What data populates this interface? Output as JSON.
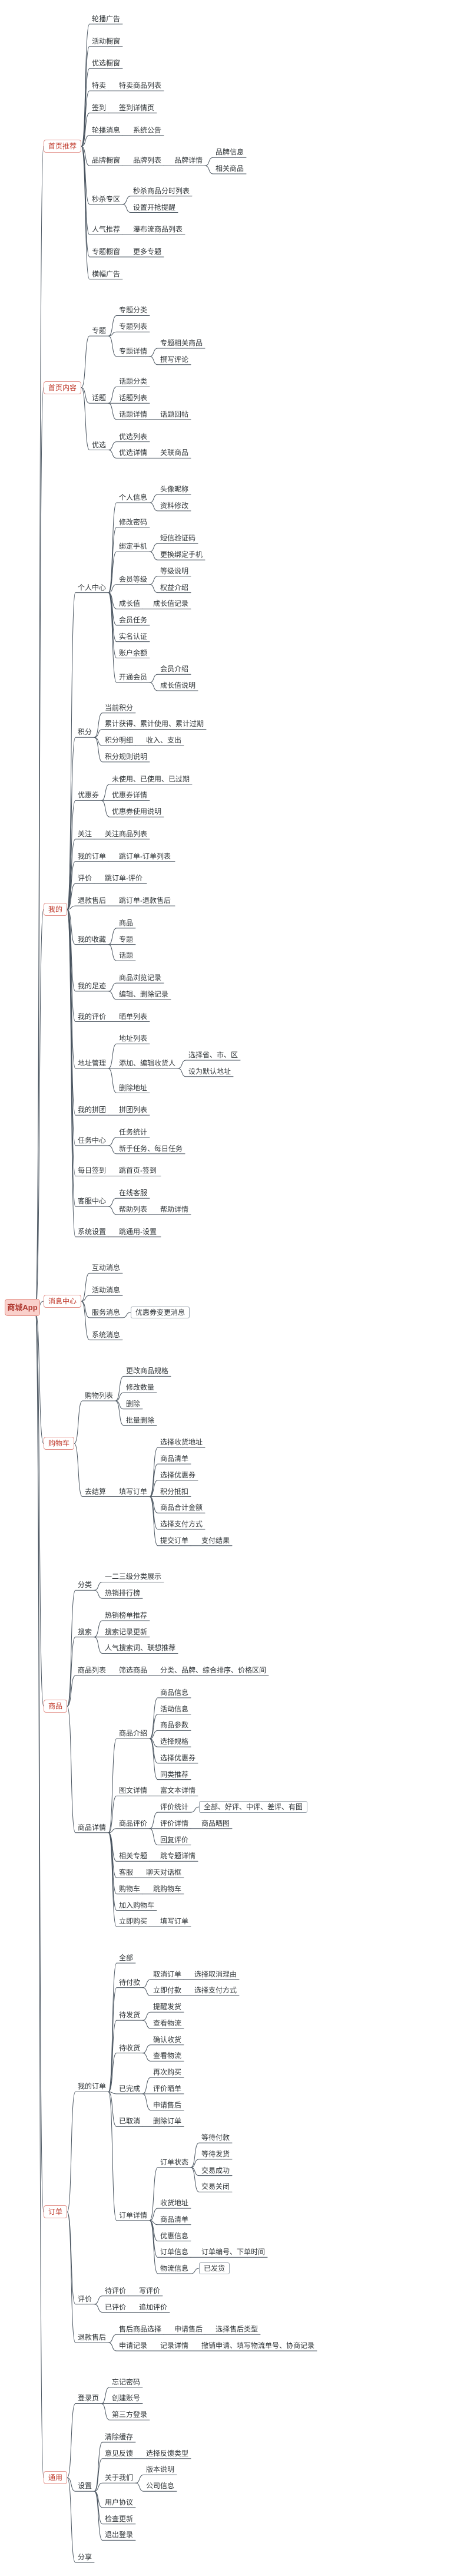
{
  "app": {
    "title": "商城App"
  },
  "colors": {
    "accent": "#c0392b",
    "root_fill": "#f9d0cb",
    "root_border": "#e0897f",
    "branch_border": "#e2918a",
    "branch_text": "#c0392b",
    "line": "#4a5560",
    "text": "#2f3437",
    "box_border": "#97a1ab"
  },
  "tree": {
    "label": "商城App",
    "children": [
      {
        "label": "首页推荐",
        "children": [
          {
            "label": "轮播广告"
          },
          {
            "label": "活动橱窗"
          },
          {
            "label": "优选橱窗"
          },
          {
            "label": "特卖",
            "children": [
              {
                "label": "特卖商品列表"
              }
            ]
          },
          {
            "label": "签到",
            "children": [
              {
                "label": "签到详情页"
              }
            ]
          },
          {
            "label": "轮播消息",
            "children": [
              {
                "label": "系统公告"
              }
            ]
          },
          {
            "label": "品牌橱窗",
            "children": [
              {
                "label": "品牌列表",
                "children": [
                  {
                    "label": "品牌详情",
                    "children": [
                      {
                        "label": "品牌信息"
                      },
                      {
                        "label": "相关商品"
                      }
                    ]
                  }
                ]
              }
            ]
          },
          {
            "label": "秒杀专区",
            "children": [
              {
                "label": "秒杀商品分时列表"
              },
              {
                "label": "设置开抢提醒"
              }
            ]
          },
          {
            "label": "人气推荐",
            "children": [
              {
                "label": "瀑布流商品列表"
              }
            ]
          },
          {
            "label": "专题橱窗",
            "children": [
              {
                "label": "更多专题"
              }
            ]
          },
          {
            "label": "横幅广告"
          }
        ]
      },
      {
        "label": "首页内容",
        "children": [
          {
            "label": "专题",
            "children": [
              {
                "label": "专题分类"
              },
              {
                "label": "专题列表"
              },
              {
                "label": "专题详情",
                "children": [
                  {
                    "label": "专题相关商品"
                  },
                  {
                    "label": "撰写评论"
                  }
                ]
              }
            ]
          },
          {
            "label": "话题",
            "children": [
              {
                "label": "话题分类"
              },
              {
                "label": "话题列表"
              },
              {
                "label": "话题详情",
                "children": [
                  {
                    "label": "话题回帖"
                  }
                ]
              }
            ]
          },
          {
            "label": "优选",
            "children": [
              {
                "label": "优选列表"
              },
              {
                "label": "优选详情",
                "children": [
                  {
                    "label": "关联商品"
                  }
                ]
              }
            ]
          }
        ]
      },
      {
        "label": "我的",
        "children": [
          {
            "label": "个人中心",
            "children": [
              {
                "label": "个人信息",
                "children": [
                  {
                    "label": "头像昵称"
                  },
                  {
                    "label": "资料修改"
                  }
                ]
              },
              {
                "label": "修改密码"
              },
              {
                "label": "绑定手机",
                "children": [
                  {
                    "label": "短信验证码"
                  },
                  {
                    "label": "更换绑定手机"
                  }
                ]
              },
              {
                "label": "会员等级",
                "children": [
                  {
                    "label": "等级说明"
                  },
                  {
                    "label": "权益介绍"
                  }
                ]
              },
              {
                "label": "成长值",
                "children": [
                  {
                    "label": "成长值记录"
                  }
                ]
              },
              {
                "label": "会员任务"
              },
              {
                "label": "实名认证"
              },
              {
                "label": "账户余额"
              },
              {
                "label": "开通会员",
                "children": [
                  {
                    "label": "会员介绍"
                  },
                  {
                    "label": "成长值说明"
                  }
                ]
              }
            ]
          },
          {
            "label": "积分",
            "children": [
              {
                "label": "当前积分"
              },
              {
                "label": "累计获得、累计使用、累计过期"
              },
              {
                "label": "积分明细",
                "children": [
                  {
                    "label": "收入、支出"
                  }
                ]
              },
              {
                "label": "积分规则说明"
              }
            ]
          },
          {
            "label": "优惠券",
            "children": [
              {
                "label": "未使用、已使用、已过期"
              },
              {
                "label": "优惠券详情"
              },
              {
                "label": "优惠券使用说明"
              }
            ]
          },
          {
            "label": "关注",
            "children": [
              {
                "label": "关注商品列表"
              }
            ]
          },
          {
            "label": "我的订单",
            "children": [
              {
                "label": "跳订单-订单列表"
              }
            ]
          },
          {
            "label": "评价",
            "children": [
              {
                "label": "跳订单-评价"
              }
            ]
          },
          {
            "label": "退款售后",
            "children": [
              {
                "label": "跳订单-退款售后"
              }
            ]
          },
          {
            "label": "我的收藏",
            "children": [
              {
                "label": "商品"
              },
              {
                "label": "专题"
              },
              {
                "label": "话题"
              }
            ]
          },
          {
            "label": "我的足迹",
            "children": [
              {
                "label": "商品浏览记录"
              },
              {
                "label": "编辑、删除记录"
              }
            ]
          },
          {
            "label": "我的评价",
            "children": [
              {
                "label": "晒单列表"
              }
            ]
          },
          {
            "label": "地址管理",
            "children": [
              {
                "label": "地址列表"
              },
              {
                "label": "添加、编辑收货人",
                "children": [
                  {
                    "label": "选择省、市、区"
                  },
                  {
                    "label": "设为默认地址"
                  }
                ]
              },
              {
                "label": "删除地址"
              }
            ]
          },
          {
            "label": "我的拼团",
            "children": [
              {
                "label": "拼团列表"
              }
            ]
          },
          {
            "label": "任务中心",
            "children": [
              {
                "label": "任务统计"
              },
              {
                "label": "新手任务、每日任务"
              }
            ]
          },
          {
            "label": "每日签到",
            "children": [
              {
                "label": "跳首页-签到"
              }
            ]
          },
          {
            "label": "客服中心",
            "children": [
              {
                "label": "在线客服"
              },
              {
                "label": "帮助列表",
                "children": [
                  {
                    "label": "帮助详情"
                  }
                ]
              }
            ]
          },
          {
            "label": "系统设置",
            "children": [
              {
                "label": "跳通用-设置"
              }
            ]
          }
        ]
      },
      {
        "label": "消息中心",
        "children": [
          {
            "label": "互动消息"
          },
          {
            "label": "活动消息"
          },
          {
            "label": "服务消息",
            "children": [
              {
                "label": "优惠券变更消息",
                "boxed": true
              }
            ]
          },
          {
            "label": "系统消息"
          }
        ]
      },
      {
        "label": "购物车",
        "children": [
          {
            "label": "购物列表",
            "children": [
              {
                "label": "更改商品规格"
              },
              {
                "label": "修改数量"
              },
              {
                "label": "删除"
              },
              {
                "label": "批量删除"
              }
            ]
          },
          {
            "label": "去结算",
            "children": [
              {
                "label": "填写订单",
                "children": [
                  {
                    "label": "选择收货地址"
                  },
                  {
                    "label": "商品清单"
                  },
                  {
                    "label": "选择优惠券"
                  },
                  {
                    "label": "积分抵扣"
                  },
                  {
                    "label": "商品合计金额"
                  },
                  {
                    "label": "选择支付方式"
                  },
                  {
                    "label": "提交订单",
                    "children": [
                      {
                        "label": "支付结果"
                      }
                    ]
                  }
                ]
              }
            ]
          }
        ]
      },
      {
        "label": "商品",
        "children": [
          {
            "label": "分类",
            "children": [
              {
                "label": "一二三级分类展示"
              },
              {
                "label": "热销排行榜"
              }
            ]
          },
          {
            "label": "搜索",
            "children": [
              {
                "label": "热销榜单推荐"
              },
              {
                "label": "搜索记录更新"
              },
              {
                "label": "人气搜索词、联想推荐"
              }
            ]
          },
          {
            "label": "商品列表",
            "children": [
              {
                "label": "筛选商品",
                "children": [
                  {
                    "label": "分类、品牌、综合排序、价格区间"
                  }
                ]
              }
            ]
          },
          {
            "label": "商品详情",
            "children": [
              {
                "label": "商品介绍",
                "children": [
                  {
                    "label": "商品信息"
                  },
                  {
                    "label": "活动信息"
                  },
                  {
                    "label": "商品参数"
                  },
                  {
                    "label": "选择规格"
                  },
                  {
                    "label": "选择优惠券"
                  },
                  {
                    "label": "同类推荐"
                  }
                ]
              },
              {
                "label": "图文详情",
                "children": [
                  {
                    "label": "富文本详情"
                  }
                ]
              },
              {
                "label": "商品评价",
                "children": [
                  {
                    "label": "评价统计",
                    "children": [
                      {
                        "label": "全部、好评、中评、差评、有图",
                        "boxed": true
                      }
                    ]
                  },
                  {
                    "label": "评价详情",
                    "children": [
                      {
                        "label": "商品晒图"
                      }
                    ]
                  },
                  {
                    "label": "回复评价"
                  }
                ]
              },
              {
                "label": "相关专题",
                "children": [
                  {
                    "label": "跳专题详情"
                  }
                ]
              },
              {
                "label": "客服",
                "children": [
                  {
                    "label": "聊天对话框"
                  }
                ]
              },
              {
                "label": "购物车",
                "children": [
                  {
                    "label": "跳购物车"
                  }
                ]
              },
              {
                "label": "加入购物车"
              },
              {
                "label": "立即购买",
                "children": [
                  {
                    "label": "填写订单"
                  }
                ]
              }
            ]
          }
        ]
      },
      {
        "label": "订单",
        "children": [
          {
            "label": "我的订单",
            "children": [
              {
                "label": "全部"
              },
              {
                "label": "待付款",
                "children": [
                  {
                    "label": "取消订单",
                    "children": [
                      {
                        "label": "选择取消理由"
                      }
                    ]
                  },
                  {
                    "label": "立即付款",
                    "children": [
                      {
                        "label": "选择支付方式"
                      }
                    ]
                  }
                ]
              },
              {
                "label": "待发货",
                "children": [
                  {
                    "label": "提醒发货"
                  },
                  {
                    "label": "查看物流"
                  }
                ]
              },
              {
                "label": "待收货",
                "children": [
                  {
                    "label": "确认收货"
                  },
                  {
                    "label": "查看物流"
                  }
                ]
              },
              {
                "label": "已完成",
                "children": [
                  {
                    "label": "再次购买"
                  },
                  {
                    "label": "评价晒单"
                  },
                  {
                    "label": "申请售后"
                  }
                ]
              },
              {
                "label": "已取消",
                "children": [
                  {
                    "label": "删除订单"
                  }
                ]
              },
              {
                "label": "订单详情",
                "children": [
                  {
                    "label": "订单状态",
                    "children": [
                      {
                        "label": "等待付款"
                      },
                      {
                        "label": "等待发货"
                      },
                      {
                        "label": "交易成功"
                      },
                      {
                        "label": "交易关闭"
                      }
                    ]
                  },
                  {
                    "label": "收货地址"
                  },
                  {
                    "label": "商品清单"
                  },
                  {
                    "label": "优惠信息"
                  },
                  {
                    "label": "订单信息",
                    "children": [
                      {
                        "label": "订单编号、下单时间"
                      }
                    ]
                  },
                  {
                    "label": "物流信息",
                    "children": [
                      {
                        "label": "已发货",
                        "boxed": true
                      }
                    ]
                  }
                ]
              }
            ]
          },
          {
            "label": "评价",
            "children": [
              {
                "label": "待评价",
                "children": [
                  {
                    "label": "写评价"
                  }
                ]
              },
              {
                "label": "已评价",
                "children": [
                  {
                    "label": "追加评价"
                  }
                ]
              }
            ]
          },
          {
            "label": "退款售后",
            "children": [
              {
                "label": "售后商品选择",
                "children": [
                  {
                    "label": "申请售后",
                    "children": [
                      {
                        "label": "选择售后类型"
                      }
                    ]
                  }
                ]
              },
              {
                "label": "申请记录",
                "children": [
                  {
                    "label": "记录详情",
                    "children": [
                      {
                        "label": "撤销申请、填写物流单号、协商记录"
                      }
                    ]
                  }
                ]
              }
            ]
          }
        ]
      },
      {
        "label": "通用",
        "children": [
          {
            "label": "登录页",
            "children": [
              {
                "label": "忘记密码"
              },
              {
                "label": "创建账号"
              },
              {
                "label": "第三方登录"
              }
            ]
          },
          {
            "label": "设置",
            "children": [
              {
                "label": "清除缓存"
              },
              {
                "label": "意见反馈",
                "children": [
                  {
                    "label": "选择反馈类型"
                  }
                ]
              },
              {
                "label": "关于我们",
                "children": [
                  {
                    "label": "版本说明"
                  },
                  {
                    "label": "公司信息"
                  }
                ]
              },
              {
                "label": "用户协议"
              },
              {
                "label": "检查更新"
              },
              {
                "label": "退出登录"
              }
            ]
          },
          {
            "label": "分享"
          }
        ]
      }
    ]
  }
}
